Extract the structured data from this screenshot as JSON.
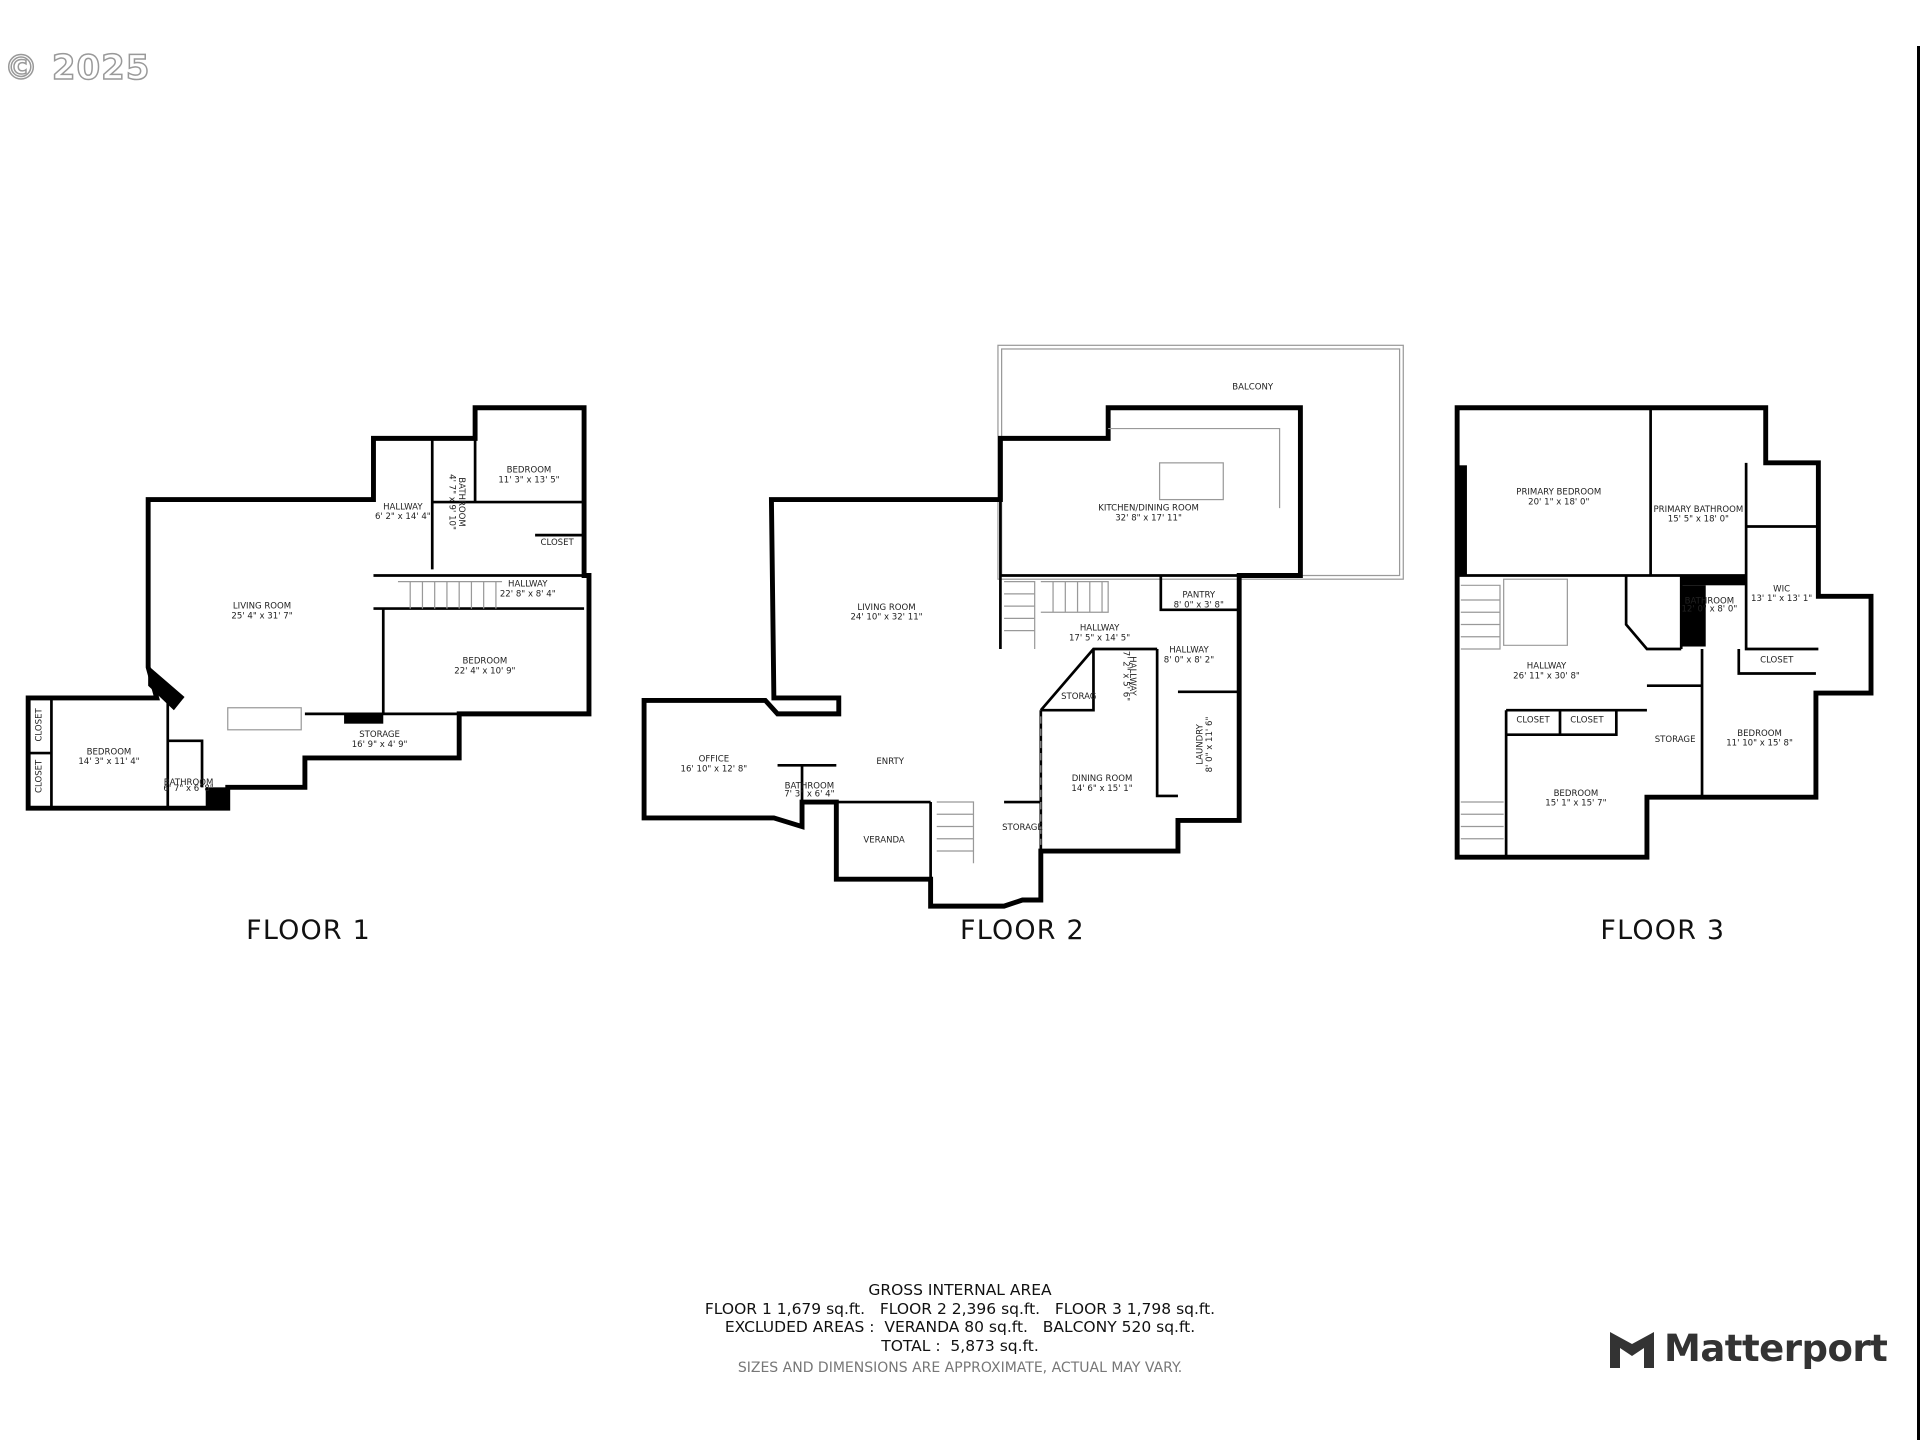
{
  "copyright": "© 2025",
  "floors": [
    {
      "title": "FLOOR 1",
      "rooms": [
        {
          "name": "LIVING ROOM",
          "dims": "25' 4\" x 31' 7\""
        },
        {
          "name": "HALLWAY",
          "dims": "6' 2\" x 14' 4\""
        },
        {
          "name": "BATHROOM",
          "dims": "4' 7\" x 9' 10\""
        },
        {
          "name": "BEDROOM",
          "dims": "11' 3\" x 13' 5\""
        },
        {
          "name": "CLOSET",
          "dims": ""
        },
        {
          "name": "HALLWAY",
          "dims": "22' 8\" x 8' 4\""
        },
        {
          "name": "BEDROOM",
          "dims": "22' 4\" x 10' 9\""
        },
        {
          "name": "STORAGE",
          "dims": "16' 9\" x 4' 9\""
        },
        {
          "name": "BEDROOM",
          "dims": "14' 3\" x 11' 4\""
        },
        {
          "name": "BATHROOM",
          "dims": "6' 7\" x 6' 8\""
        },
        {
          "name": "CLOSET",
          "dims": ""
        },
        {
          "name": "CLOSET",
          "dims": ""
        }
      ]
    },
    {
      "title": "FLOOR 2",
      "rooms": [
        {
          "name": "BALCONY",
          "dims": ""
        },
        {
          "name": "KITCHEN/DINING ROOM",
          "dims": "32' 8\" x 17' 11\""
        },
        {
          "name": "LIVING ROOM",
          "dims": "24' 10\" x 32' 11\""
        },
        {
          "name": "PANTRY",
          "dims": "8' 0\" x 3' 8\""
        },
        {
          "name": "HALLWAY",
          "dims": "17' 5\" x 14' 5\""
        },
        {
          "name": "HALLWAY",
          "dims": "8' 0\" x 8' 2\""
        },
        {
          "name": "HALLWAY",
          "dims": "7' 2\" x 5' 6\""
        },
        {
          "name": "STORAG",
          "dims": ""
        },
        {
          "name": "LAUNDRY",
          "dims": "8' 0\" x 11' 6\""
        },
        {
          "name": "OFFICE",
          "dims": "16' 10\" x 12' 8\""
        },
        {
          "name": "BATHROOM",
          "dims": "7' 3\" x 6' 4\""
        },
        {
          "name": "ENRTY",
          "dims": ""
        },
        {
          "name": "DINING ROOM",
          "dims": "14' 6\" x 15' 1\""
        },
        {
          "name": "VERANDA",
          "dims": ""
        },
        {
          "name": "STORAGE",
          "dims": ""
        }
      ]
    },
    {
      "title": "FLOOR 3",
      "rooms": [
        {
          "name": "PRIMARY BEDROOM",
          "dims": "20' 1\" x 18' 0\""
        },
        {
          "name": "PRIMARY BATHROOM",
          "dims": "15' 5\" x 18' 0\""
        },
        {
          "name": "WIC",
          "dims": "13' 1\" x 13' 1\""
        },
        {
          "name": "BATHROOM",
          "dims": "12' 0\" x 8' 0\""
        },
        {
          "name": "HALLWAY",
          "dims": "26' 11\" x 30' 8\""
        },
        {
          "name": "CLOSET",
          "dims": ""
        },
        {
          "name": "CLOSET",
          "dims": ""
        },
        {
          "name": "CLOSET",
          "dims": ""
        },
        {
          "name": "STORAGE",
          "dims": ""
        },
        {
          "name": "BEDROOM",
          "dims": "11' 10\" x 15' 8\""
        },
        {
          "name": "BEDROOM",
          "dims": "15' 1\" x 15' 7\""
        }
      ]
    }
  ],
  "summary": {
    "heading": "GROSS INTERNAL AREA",
    "floors_line": "FLOOR 1 1,679 sq.ft.   FLOOR 2 2,396 sq.ft.   FLOOR 3 1,798 sq.ft.",
    "excluded_line": "EXCLUDED AREAS :  VERANDA 80 sq.ft.   BALCONY 520 sq.ft.",
    "total_line": "TOTAL :  5,873 sq.ft.",
    "note": "SIZES AND DIMENSIONS ARE APPROXIMATE, ACTUAL MAY VARY."
  },
  "logo": {
    "text": "Matterport",
    "icon": "matterport-logo-icon"
  }
}
